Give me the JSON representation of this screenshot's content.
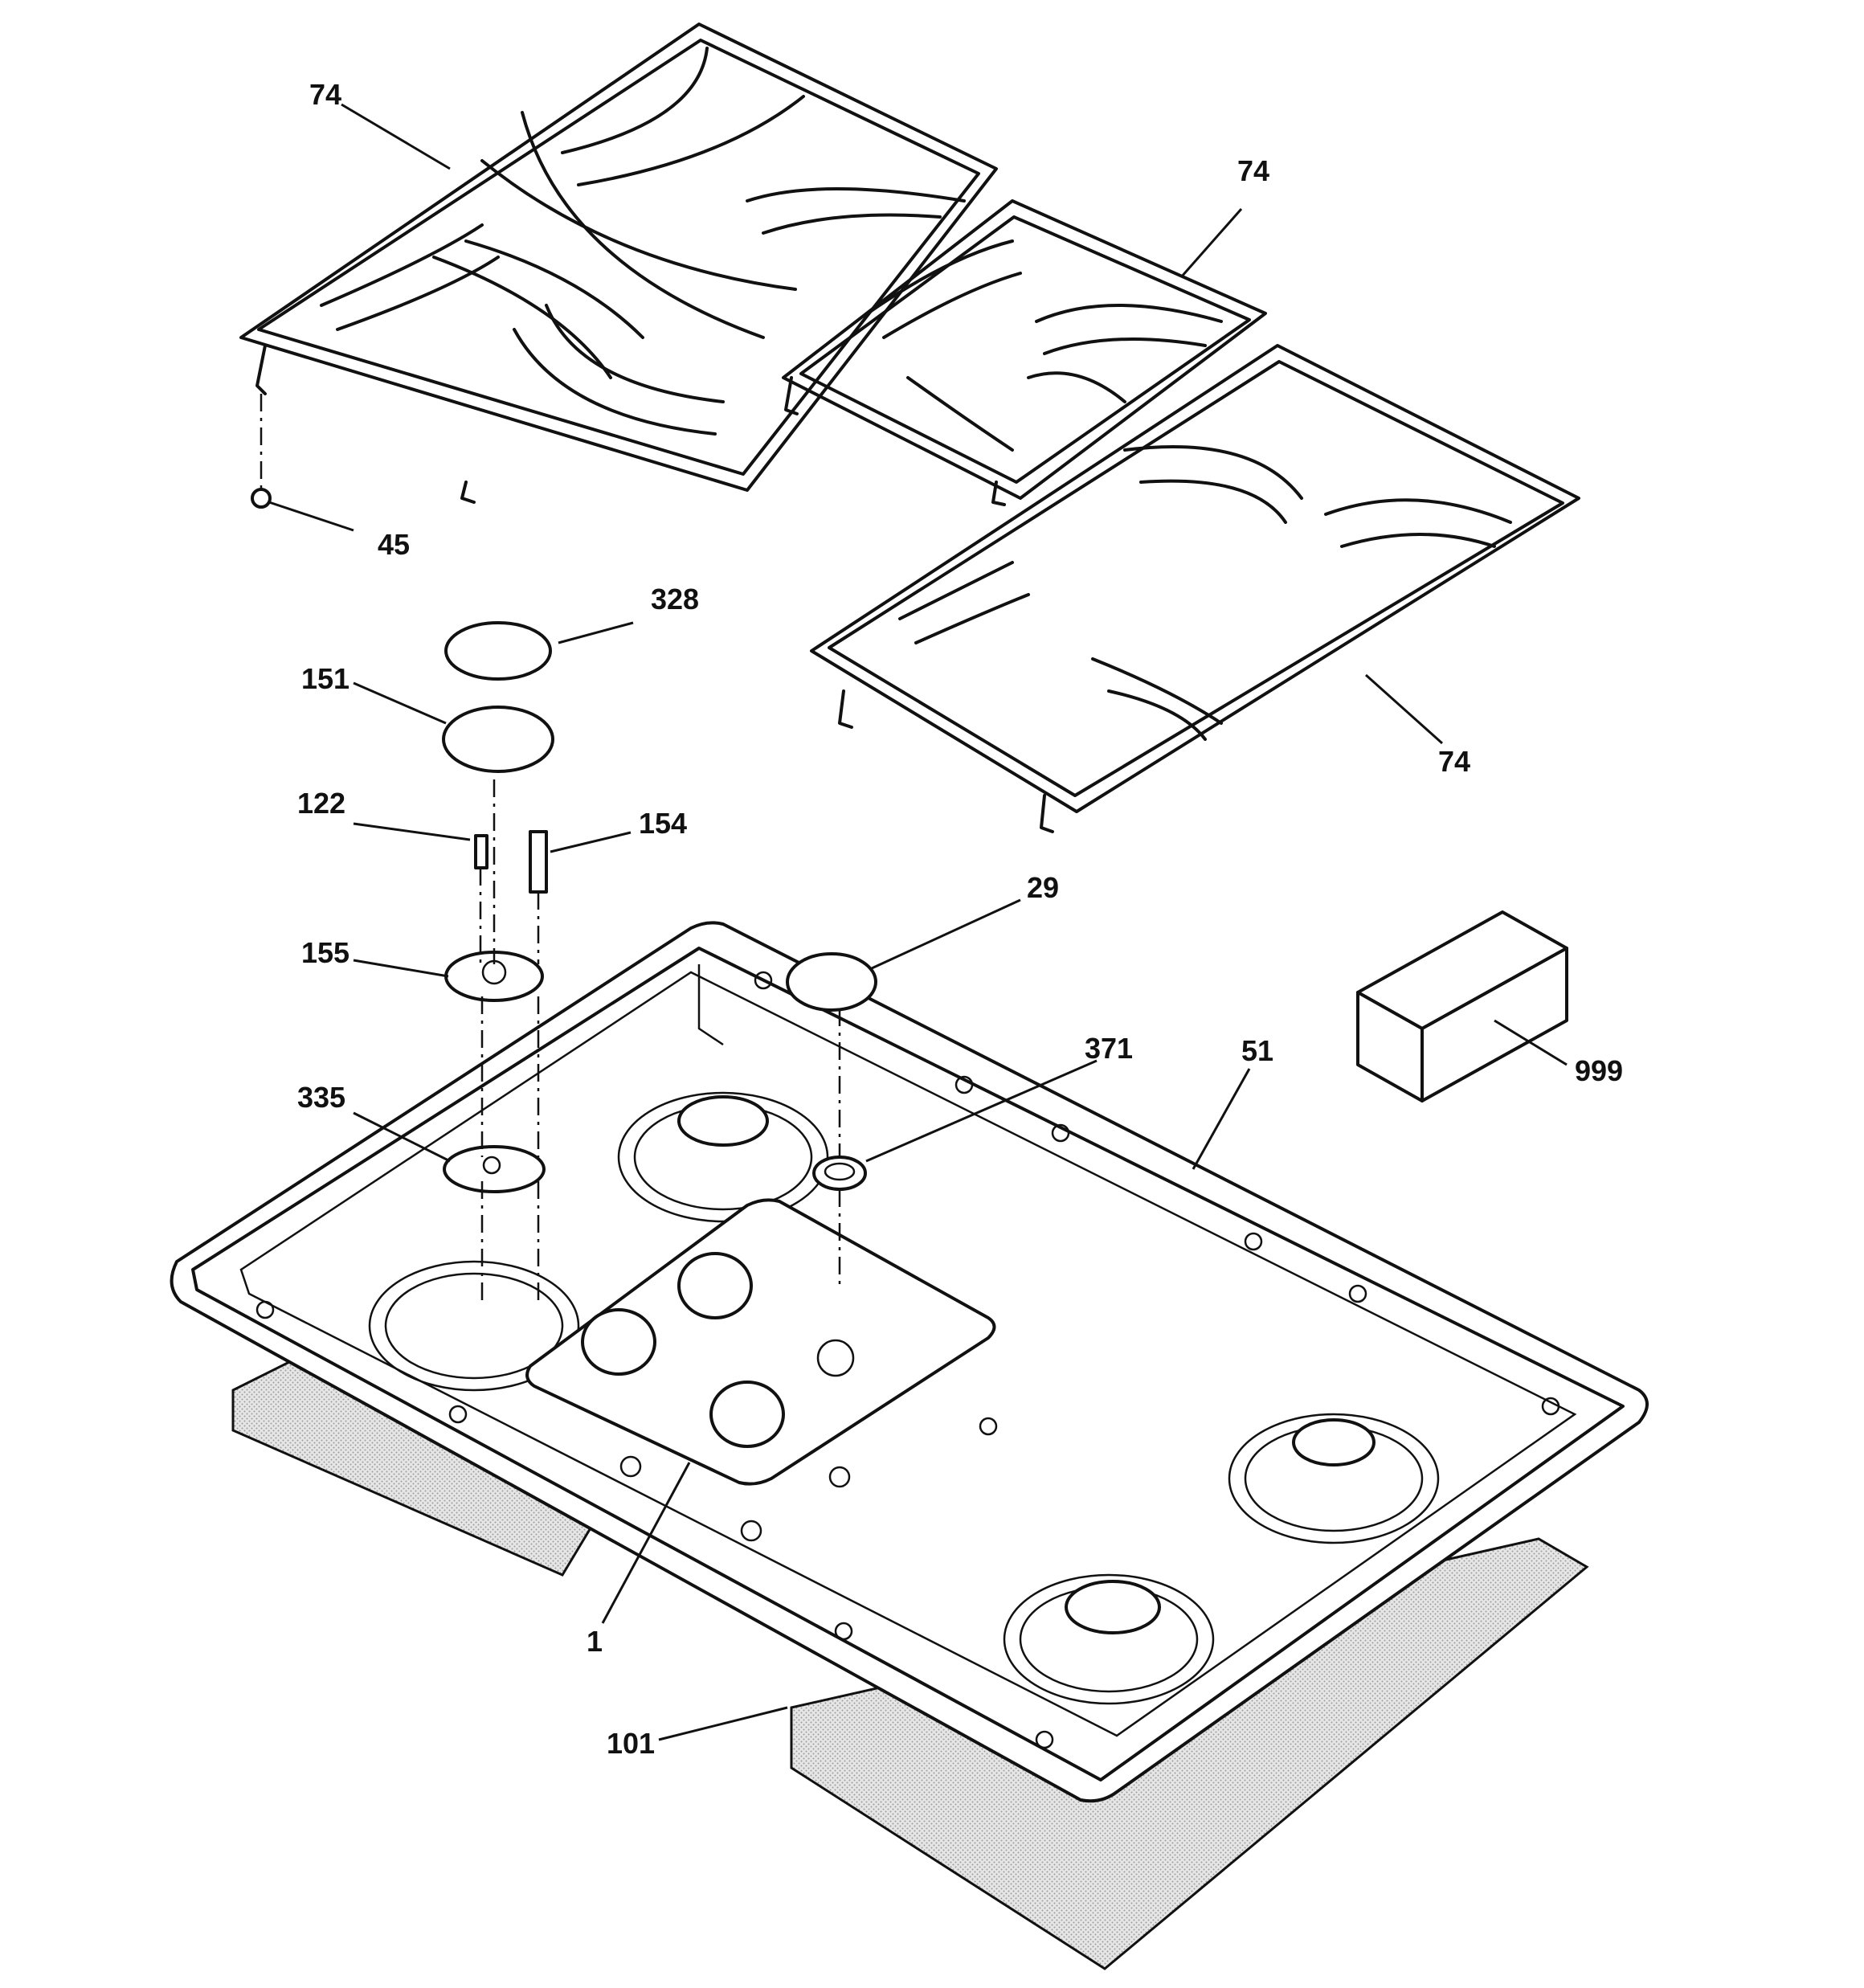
{
  "callouts": [
    {
      "id": "c74a",
      "text": "74"
    },
    {
      "id": "c74b",
      "text": "74"
    },
    {
      "id": "c74c",
      "text": "74"
    },
    {
      "id": "c45",
      "text": "45"
    },
    {
      "id": "c328",
      "text": "328"
    },
    {
      "id": "c151",
      "text": "151"
    },
    {
      "id": "c122",
      "text": "122"
    },
    {
      "id": "c154",
      "text": "154"
    },
    {
      "id": "c29",
      "text": "29"
    },
    {
      "id": "c155",
      "text": "155"
    },
    {
      "id": "c371",
      "text": "371"
    },
    {
      "id": "c51",
      "text": "51"
    },
    {
      "id": "c999",
      "text": "999"
    },
    {
      "id": "c335",
      "text": "335"
    },
    {
      "id": "c1",
      "text": "1"
    },
    {
      "id": "c101",
      "text": "101"
    }
  ],
  "colors": {
    "line": "#111111",
    "background": "#ffffff",
    "gasket_fill": "#cfcfcf"
  }
}
